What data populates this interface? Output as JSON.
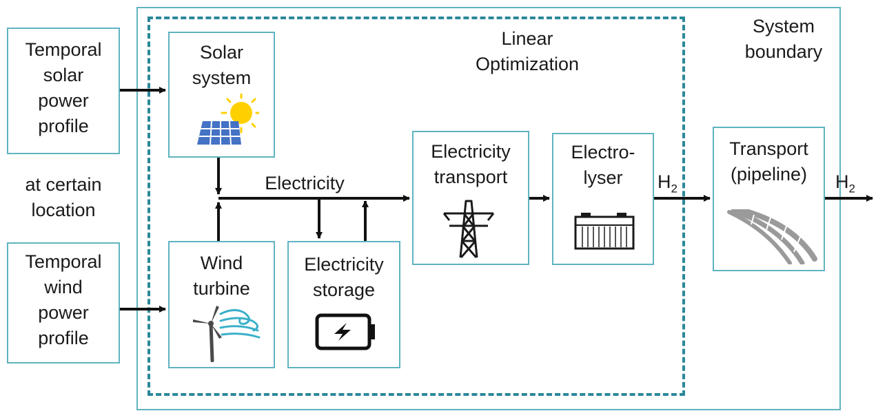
{
  "inputs": {
    "solar_profile": [
      "Temporal",
      "solar",
      "power",
      "profile"
    ],
    "location": [
      "at certain",
      "location"
    ],
    "wind_profile": [
      "Temporal",
      "wind",
      "power",
      "profile"
    ]
  },
  "boundary": {
    "system": [
      "System",
      "boundary"
    ],
    "optimization": [
      "Linear",
      "Optimization"
    ]
  },
  "components": {
    "solar": [
      "Solar",
      "system"
    ],
    "wind": [
      "Wind",
      "turbine"
    ],
    "storage": [
      "Electricity",
      "storage"
    ],
    "transport_elec": [
      "Electricity",
      "transport"
    ],
    "electrolyser": [
      "Electro-",
      "lyser"
    ],
    "pipeline": [
      "Transport",
      "(pipeline)"
    ]
  },
  "flows": {
    "electricity": "Electricity",
    "h2_main": "H",
    "h2_out": "H",
    "h2_sub": "2"
  },
  "colors": {
    "box_border": "#5fb3c0",
    "dashed_border": "#2a8898",
    "arrow": "#111111",
    "solar_panel": "#4472c4",
    "sun": "#ffd000"
  },
  "icons": [
    "solar-panel-sun-icon",
    "wind-turbine-icon",
    "battery-icon",
    "power-pylon-icon",
    "electrolyser-icon",
    "pipeline-icon"
  ]
}
